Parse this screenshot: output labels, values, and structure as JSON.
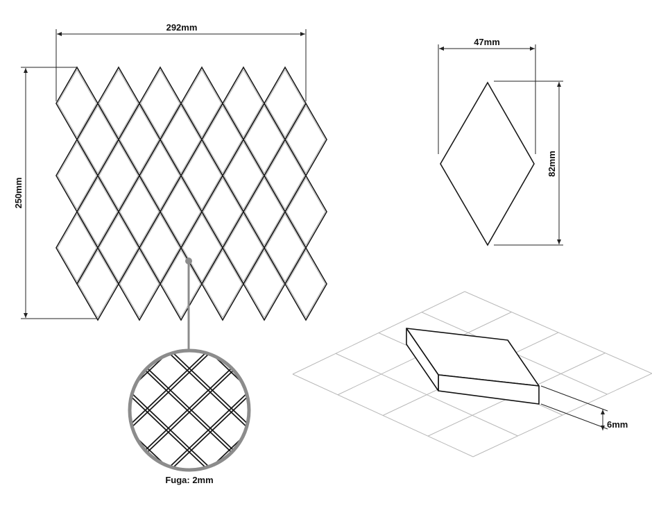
{
  "labels": {
    "width_total": "292mm",
    "height_total": "250mm",
    "tile_width": "47mm",
    "tile_height": "82mm",
    "thickness": "6mm",
    "joint": "Fuga: 2mm"
  },
  "colors": {
    "stroke": "#1a1a1a",
    "callout": "#8c8c8c",
    "grid": "#b8b8b8",
    "background": "#ffffff"
  }
}
